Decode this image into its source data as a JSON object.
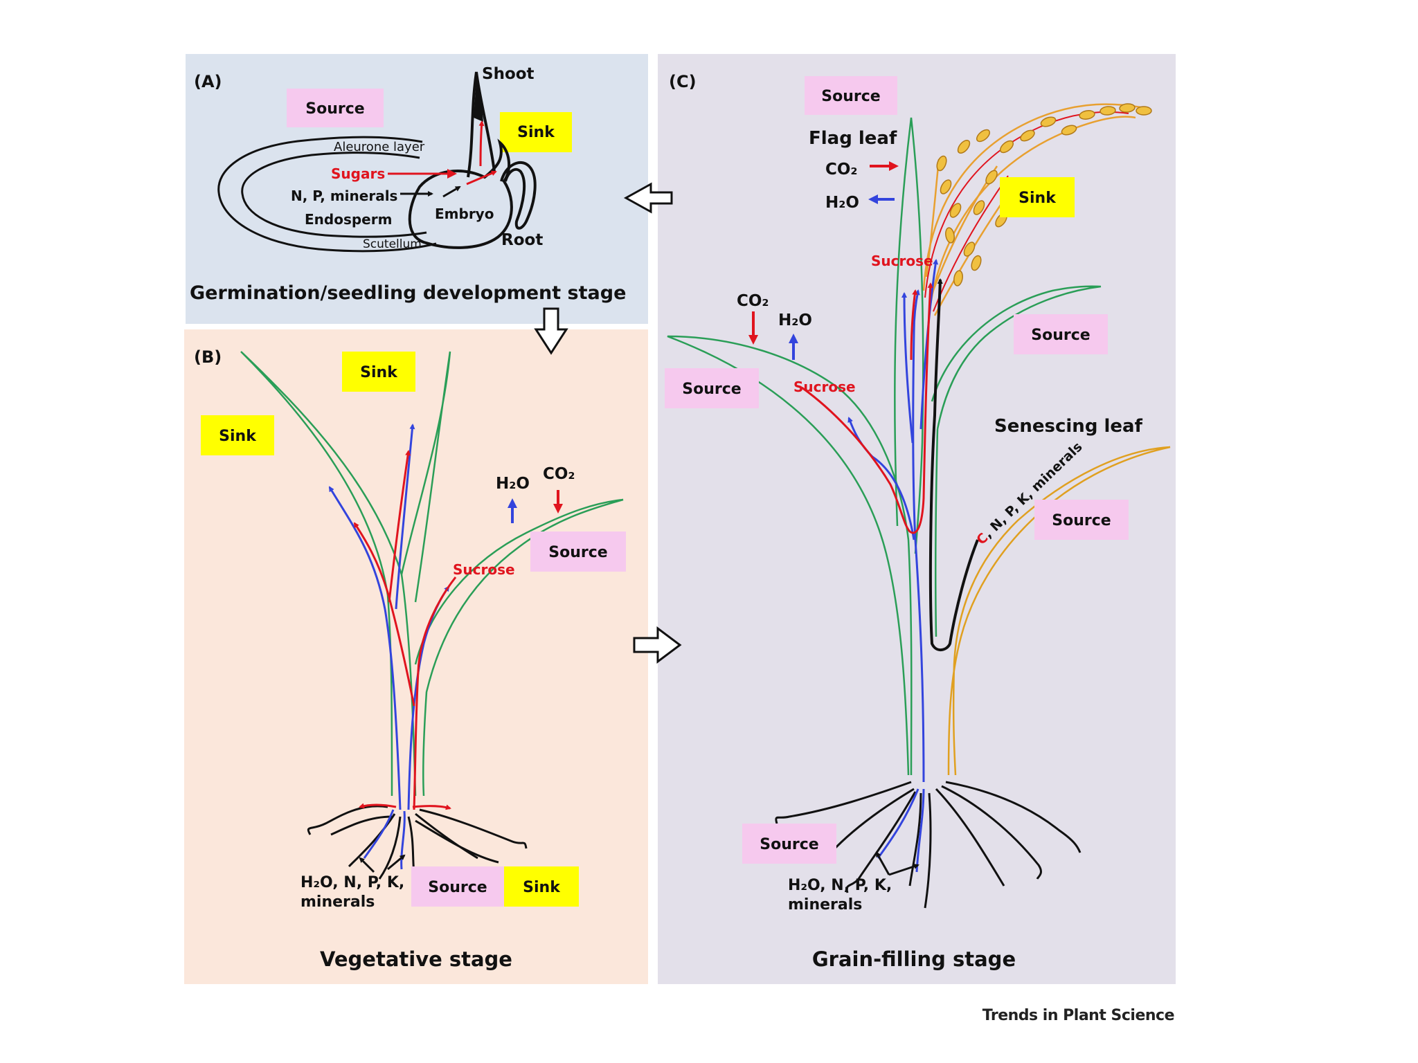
{
  "colors": {
    "panel_a_bg": "#dbe3ee",
    "panel_b_bg": "#fbe7db",
    "panel_c_bg": "#e3e0ea",
    "source_box": "#f6c9ee",
    "sink_box": "#ffff00",
    "sugar_red": "#e0141e",
    "water_blue": "#3344dd",
    "leaf_green": "#2a9e57",
    "senescent_orange": "#e0a020",
    "grain_orange": "#e8a030",
    "ink": "#111111"
  },
  "panel_a": {
    "letter": "(A)",
    "source": "Source",
    "sink": "Sink",
    "shoot": "Shoot",
    "root": "Root",
    "aleurone": "Aleurone layer",
    "sugars": "Sugars",
    "minerals": "N, P, minerals",
    "endosperm": "Endosperm",
    "embryo": "Embryo",
    "scutellum": "Scutellum",
    "caption": "Germination/seedling development stage"
  },
  "panel_b": {
    "letter": "(B)",
    "sink_top": "Sink",
    "sink_left": "Sink",
    "h2o": "H₂O",
    "co2": "CO₂",
    "source_leaf": "Source",
    "sucrose": "Sucrose",
    "root_uptake_line1": "H₂O, N, P, K,",
    "root_uptake_line2": "minerals",
    "source_root": "Source",
    "sink_root": "Sink",
    "caption": "Vegetative stage"
  },
  "panel_c": {
    "letter": "(C)",
    "source_flag": "Source",
    "flag_leaf": "Flag leaf",
    "co2_flag": "CO₂",
    "h2o_flag": "H₂O",
    "sink_panicle": "Sink",
    "sucrose_top": "Sucrose",
    "co2_left": "CO₂",
    "h2o_left": "H₂O",
    "source_right_leaf": "Source",
    "source_left_leaf": "Source",
    "sucrose_left": "Sucrose",
    "senescing_leaf": "Senescing leaf",
    "senescing_c": "C",
    "senescing_rest": ", N, P, K, minerals",
    "source_senescing": "Source",
    "source_root": "Source",
    "root_uptake_line1": "H₂O, N, P, K,",
    "root_uptake_line2": "minerals",
    "caption": "Grain-filling stage"
  },
  "footer": {
    "journal": "Trends in Plant Science"
  }
}
